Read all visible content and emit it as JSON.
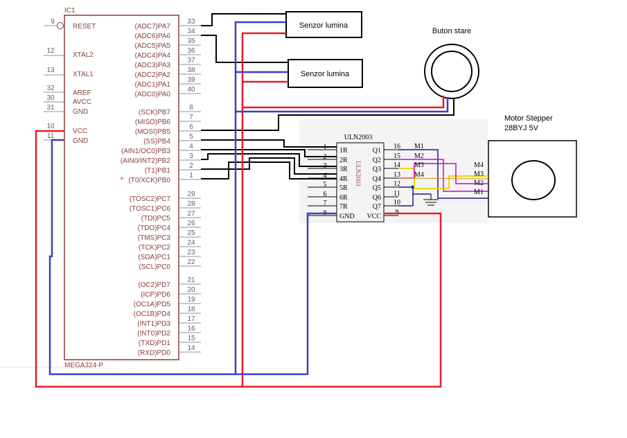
{
  "ic": {
    "designator": "IC1",
    "part": "MEGA324-P",
    "left_pins": [
      {
        "num": "9",
        "name": "RESET"
      },
      {
        "num": "12",
        "name": "XTAL2"
      },
      {
        "num": "13",
        "name": "XTAL1"
      },
      {
        "num": "32",
        "name": "AREF"
      },
      {
        "num": "30",
        "name": "AVCC"
      },
      {
        "num": "31",
        "name": "GND"
      },
      {
        "num": "10",
        "name": "VCC"
      },
      {
        "num": "11",
        "name": "GND"
      }
    ],
    "right_pins": [
      {
        "num": "33",
        "name": "(ADC7)PA7"
      },
      {
        "num": "34",
        "name": "(ADC6)PA6"
      },
      {
        "num": "35",
        "name": "(ADC5)PA5"
      },
      {
        "num": "36",
        "name": "(ADC4)PA4"
      },
      {
        "num": "37",
        "name": "(ADC3)PA3"
      },
      {
        "num": "38",
        "name": "(ADC2)PA2"
      },
      {
        "num": "39",
        "name": "(ADC1)PA1"
      },
      {
        "num": "40",
        "name": "(ADC0)PA0"
      },
      {
        "num": "8",
        "name": "(SCK)PB7"
      },
      {
        "num": "7",
        "name": "(MISO)PB6"
      },
      {
        "num": "6",
        "name": "(MOSI)PB5"
      },
      {
        "num": "5",
        "name": "(SS)PB4"
      },
      {
        "num": "4",
        "name": "(AIN1/OC0)PB3"
      },
      {
        "num": "3",
        "name": "(AIN0/INT2)PB2"
      },
      {
        "num": "2",
        "name": "(T1)PB1"
      },
      {
        "num": "1",
        "name": "(T0/XCK)PB0"
      },
      {
        "num": "29",
        "name": "(TOSC2)PC7"
      },
      {
        "num": "28",
        "name": "(TOSC1)PC6"
      },
      {
        "num": "27",
        "name": "(TDI)PC5"
      },
      {
        "num": "26",
        "name": "(TDO)PC4"
      },
      {
        "num": "25",
        "name": "(TMS)PC3"
      },
      {
        "num": "24",
        "name": "(TCK)PC2"
      },
      {
        "num": "23",
        "name": "(SDA)PC1"
      },
      {
        "num": "22",
        "name": "(SCL)PC0"
      },
      {
        "num": "21",
        "name": "(OC2)PD7"
      },
      {
        "num": "20",
        "name": "(ICP)PD6"
      },
      {
        "num": "19",
        "name": "(OC1A)PD5"
      },
      {
        "num": "18",
        "name": "(OC1B)PD4"
      },
      {
        "num": "17",
        "name": "(INT1)PD3"
      },
      {
        "num": "16",
        "name": "(INT0)PD2"
      },
      {
        "num": "15",
        "name": "(TXD)PD1"
      },
      {
        "num": "14",
        "name": "(RXD)PD0"
      }
    ]
  },
  "sensor1": {
    "label": "Senzor lumina"
  },
  "sensor2": {
    "label": "Senzor lumina"
  },
  "button": {
    "label": "Buton stare"
  },
  "motor": {
    "label_line1": "Motor Stepper",
    "label_line2": "28BYJ 5V"
  },
  "driver": {
    "title": "ULN2003",
    "rotated_label": "ULN2003",
    "left_pins": [
      {
        "num": "1",
        "name": "1R"
      },
      {
        "num": "2",
        "name": "2R"
      },
      {
        "num": "3",
        "name": "3R"
      },
      {
        "num": "4",
        "name": "4R"
      },
      {
        "num": "5",
        "name": "5R"
      },
      {
        "num": "6",
        "name": "6R"
      },
      {
        "num": "7",
        "name": "7R"
      },
      {
        "num": "8",
        "name": "GND"
      }
    ],
    "right_pins": [
      {
        "num": "16",
        "name": "Q1"
      },
      {
        "num": "15",
        "name": "Q2"
      },
      {
        "num": "14",
        "name": "Q3"
      },
      {
        "num": "13",
        "name": "Q4"
      },
      {
        "num": "12",
        "name": "Q5"
      },
      {
        "num": "11",
        "name": "Q6"
      },
      {
        "num": "10",
        "name": "Q7"
      },
      {
        "num": "9",
        "name": "VCC"
      }
    ],
    "output_labels": [
      "M1",
      "M2",
      "M3",
      "M4"
    ],
    "motor_labels": [
      "M4",
      "M3",
      "M2",
      "M1"
    ]
  },
  "misc": {
    "plus": "+"
  },
  "colors": {
    "ic_outline": "#8a3a3a",
    "pin": "#909090",
    "wire_black": "#000000",
    "wire_red": "#e01f26",
    "wire_blue": "#3a3fc2",
    "wire_yellow": "#e8d800",
    "wire_magenta": "#d000d0",
    "wire_orange": "#d98a1a",
    "wire_navy": "#1a1a8a"
  }
}
